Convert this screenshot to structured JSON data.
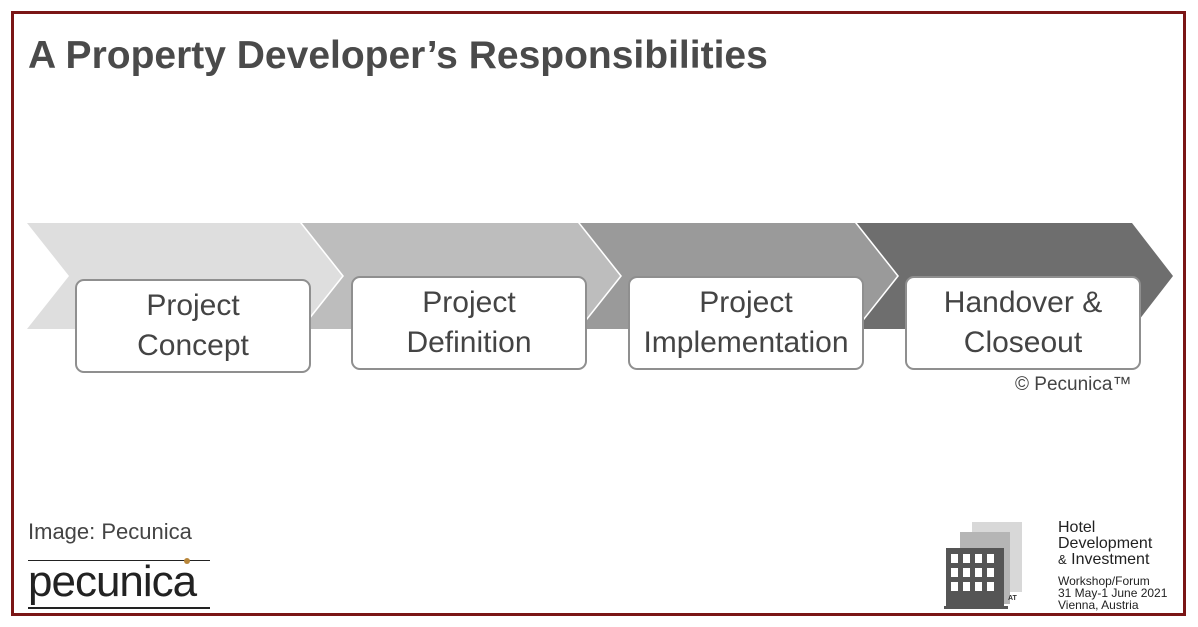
{
  "slide": {
    "title": "A Property Developer’s Responsibilities"
  },
  "steps": [
    {
      "line1": "Project",
      "line2": "Concept"
    },
    {
      "line1": "Project",
      "line2": "Definition"
    },
    {
      "line1": "Project",
      "line2": "Implementation"
    },
    {
      "line1": "Handover &",
      "line2": "Closeout"
    }
  ],
  "copyright": "© Pecunica™",
  "image_credit": "Image:  Pecunica",
  "logo": {
    "wordmark": "pecunica",
    "accent_color": "#b8863a"
  },
  "event": {
    "line1": "Hotel",
    "line2": "Development",
    "line3_amp": "&",
    "line3": "Investment",
    "line4": "Workshop/Forum",
    "line5": "31 May-1 June 2021",
    "line6": "Vienna, Austria",
    "icon": "hotel-building-icon",
    "icon_mark": "AT"
  },
  "colors": {
    "border": "#7a1515",
    "chevron_1": "#dedede",
    "chevron_2": "#bdbdbd",
    "chevron_3": "#9a9a9a",
    "chevron_4": "#6e6e6e",
    "text": "#444444"
  }
}
